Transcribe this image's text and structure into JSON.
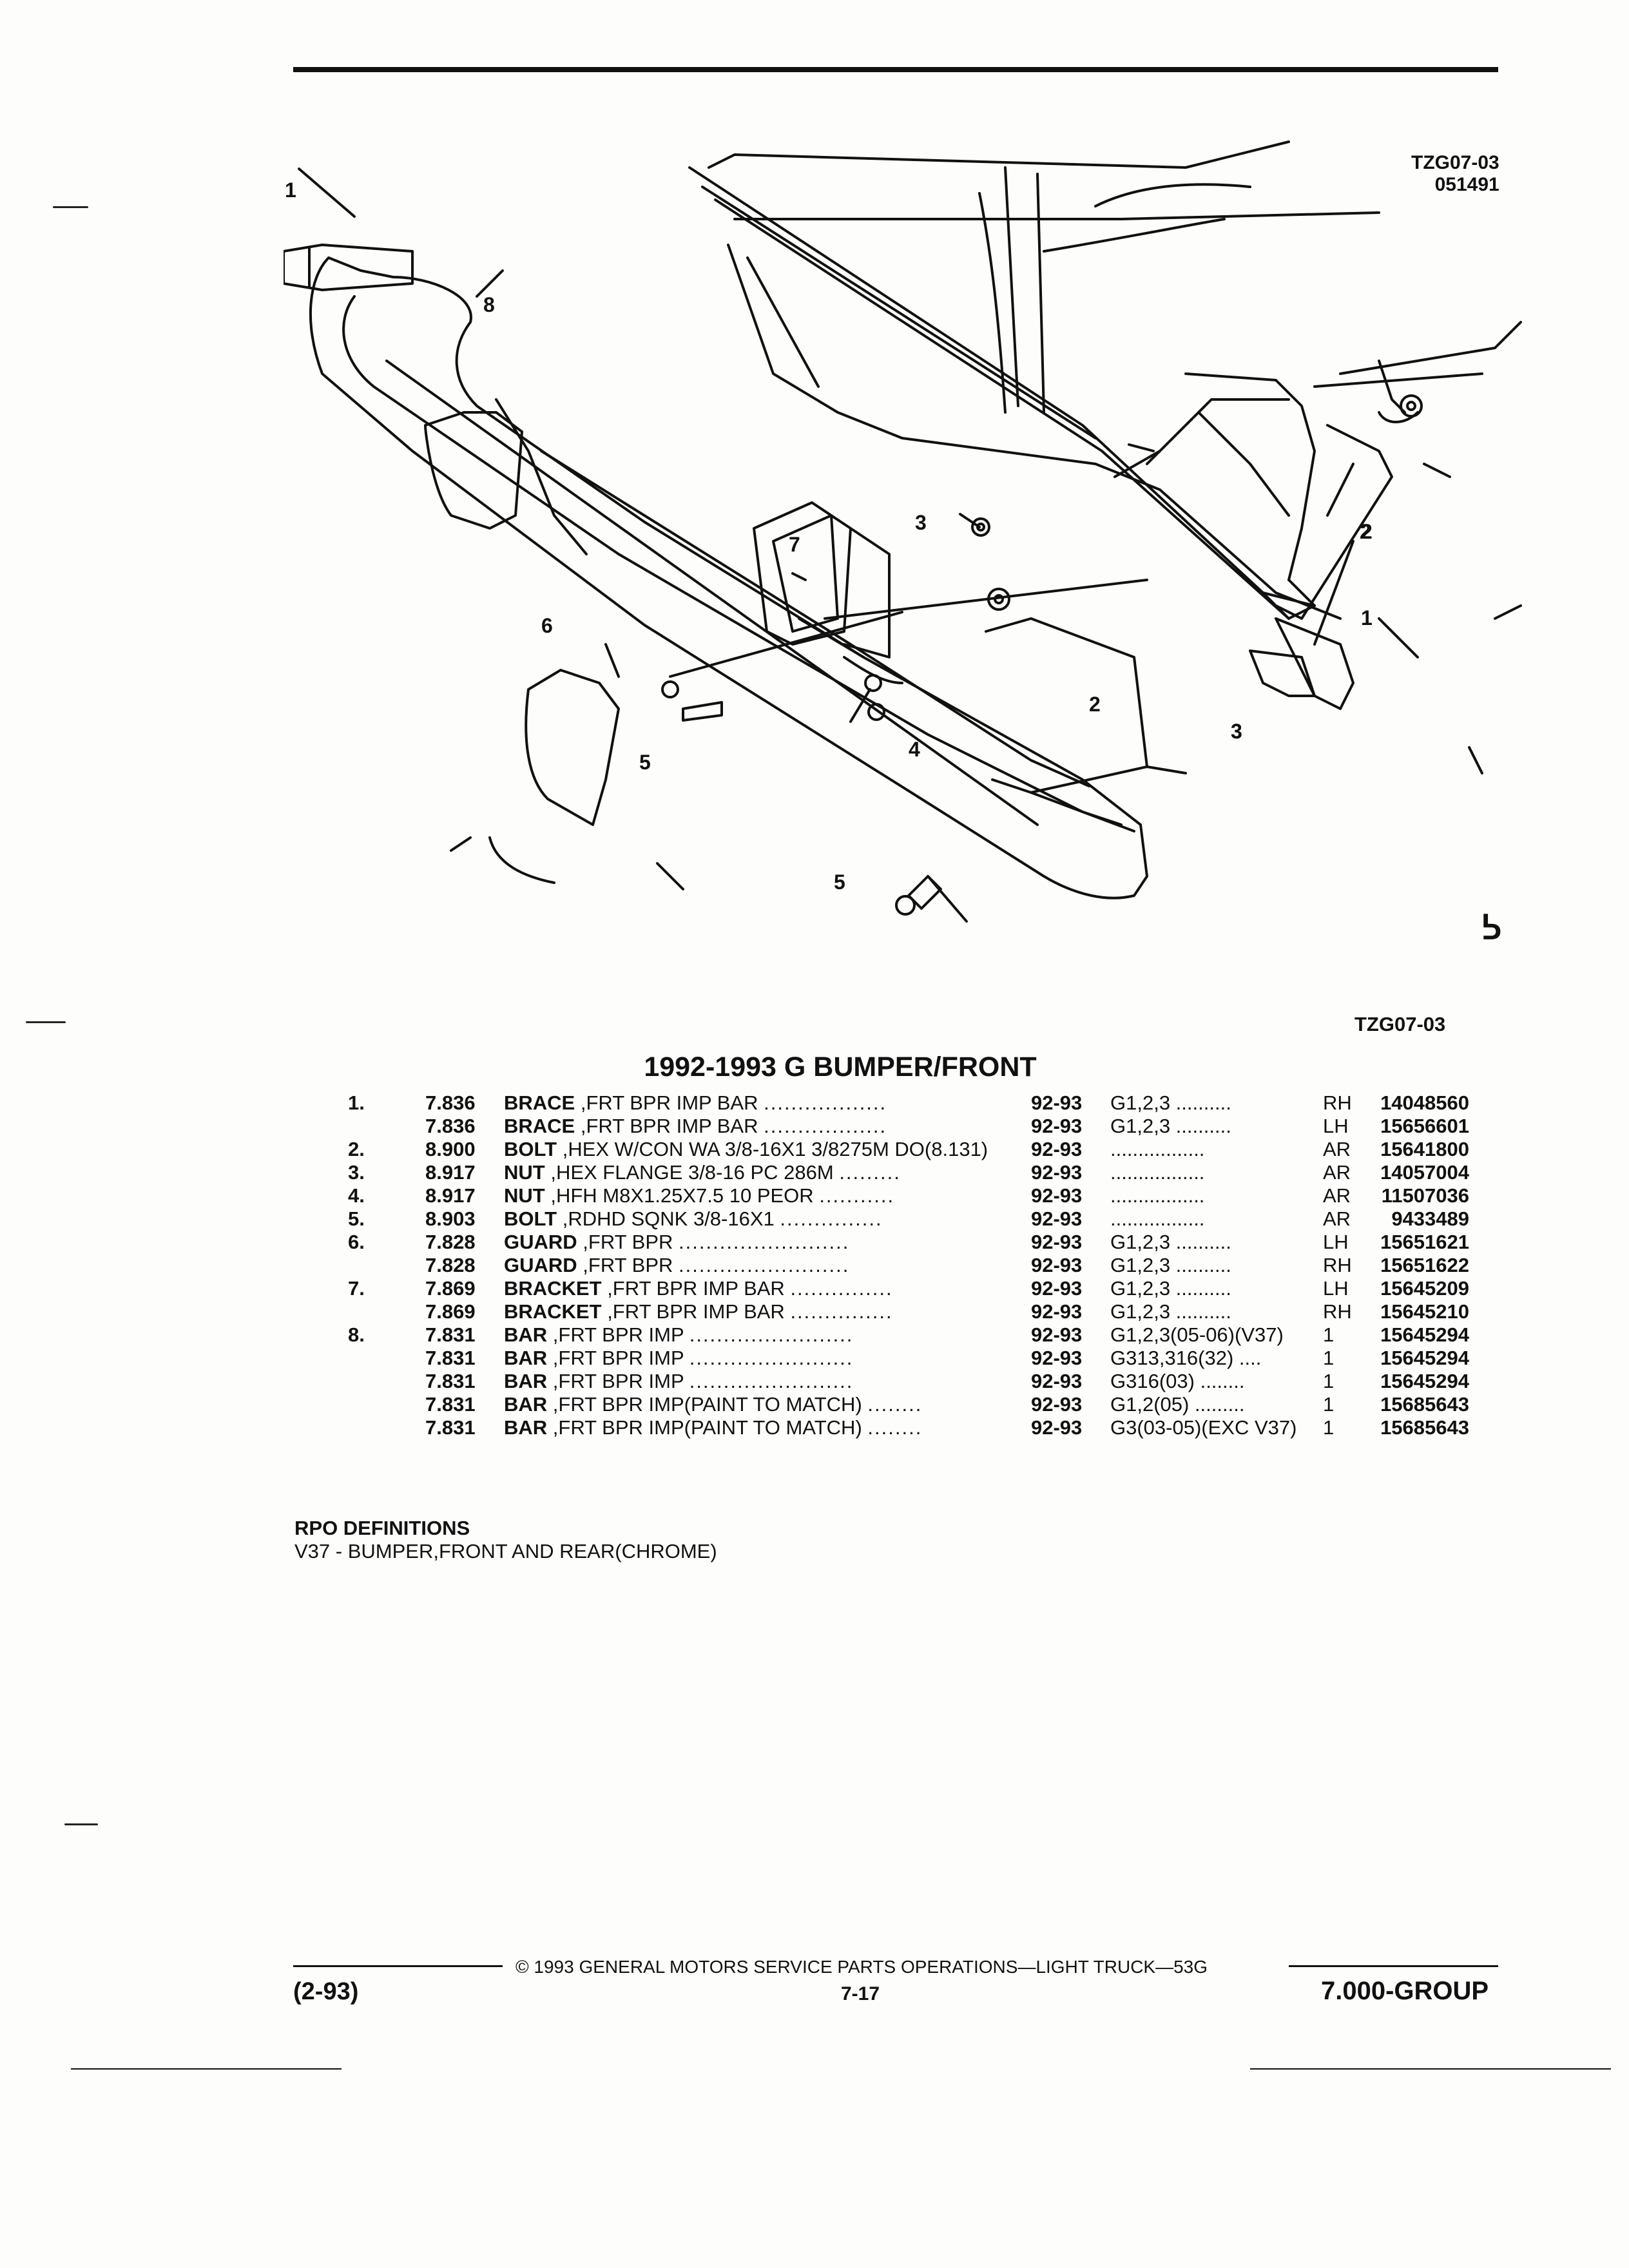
{
  "figure": {
    "id_line1": "TZG07-03",
    "id_line2": "051491",
    "tag": "TZG07-03",
    "logo_glyph": "ᕊ",
    "callouts": [
      "1",
      "8",
      "7",
      "3",
      "6",
      "5",
      "4",
      "2",
      "3",
      "2",
      "1",
      "2",
      "5",
      "3"
    ]
  },
  "section": {
    "title": "1992-1993 G BUMPER/FRONT"
  },
  "parts": [
    {
      "idx": "1.",
      "grp": "7.836",
      "name": "BRACE",
      "desc": ",FRT BPR IMP BAR",
      "dots": "..................",
      "years": "92-93",
      "app": "G1,2,3 ..........",
      "side": "RH",
      "pn": "14048560"
    },
    {
      "idx": "",
      "grp": "7.836",
      "name": "BRACE",
      "desc": ",FRT BPR IMP BAR",
      "dots": "..................",
      "years": "92-93",
      "app": "G1,2,3 ..........",
      "side": "LH",
      "pn": "15656601"
    },
    {
      "idx": "2.",
      "grp": "8.900",
      "name": "BOLT",
      "desc": ",HEX W/CON WA 3/8-16X1 3/8275M DO(8.131)",
      "dots": "",
      "years": "92-93",
      "app": ".................",
      "side": "AR",
      "pn": "15641800"
    },
    {
      "idx": "3.",
      "grp": "8.917",
      "name": "NUT",
      "desc": ",HEX FLANGE 3/8-16 PC 286M",
      "dots": ".........",
      "years": "92-93",
      "app": ".................",
      "side": "AR",
      "pn": "14057004"
    },
    {
      "idx": "4.",
      "grp": "8.917",
      "name": "NUT",
      "desc": ",HFH M8X1.25X7.5 10 PEOR",
      "dots": "...........",
      "years": "92-93",
      "app": ".................",
      "side": "AR",
      "pn": "11507036"
    },
    {
      "idx": "5.",
      "grp": "8.903",
      "name": "BOLT",
      "desc": ",RDHD SQNK 3/8-16X1",
      "dots": "...............",
      "years": "92-93",
      "app": ".................",
      "side": "AR",
      "pn": "9433489"
    },
    {
      "idx": "6.",
      "grp": "7.828",
      "name": "GUARD",
      "desc": ",FRT BPR",
      "dots": ".........................",
      "years": "92-93",
      "app": "G1,2,3 ..........",
      "side": "LH",
      "pn": "15651621"
    },
    {
      "idx": "",
      "grp": "7.828",
      "name": "GUARD",
      "desc": ",FRT BPR",
      "dots": ".........................",
      "years": "92-93",
      "app": "G1,2,3 ..........",
      "side": "RH",
      "pn": "15651622"
    },
    {
      "idx": "7.",
      "grp": "7.869",
      "name": "BRACKET",
      "desc": ",FRT BPR IMP BAR",
      "dots": "...............",
      "years": "92-93",
      "app": "G1,2,3 ..........",
      "side": "LH",
      "pn": "15645209"
    },
    {
      "idx": "",
      "grp": "7.869",
      "name": "BRACKET",
      "desc": ",FRT BPR IMP BAR",
      "dots": "...............",
      "years": "92-93",
      "app": "G1,2,3 ..........",
      "side": "RH",
      "pn": "15645210"
    },
    {
      "idx": "8.",
      "grp": "7.831",
      "name": "BAR",
      "desc": ",FRT BPR IMP",
      "dots": "........................",
      "years": "92-93",
      "app": "G1,2,3(05-06)(V37)",
      "side": "1",
      "pn": "15645294"
    },
    {
      "idx": "",
      "grp": "7.831",
      "name": "BAR",
      "desc": ",FRT BPR IMP",
      "dots": "........................",
      "years": "92-93",
      "app": "G313,316(32) ....",
      "side": "1",
      "pn": "15645294"
    },
    {
      "idx": "",
      "grp": "7.831",
      "name": "BAR",
      "desc": ",FRT BPR IMP",
      "dots": "........................",
      "years": "92-93",
      "app": "G316(03) ........",
      "side": "1",
      "pn": "15645294"
    },
    {
      "idx": "",
      "grp": "7.831",
      "name": "BAR",
      "desc": ",FRT BPR IMP(PAINT TO MATCH)",
      "dots": "........",
      "years": "92-93",
      "app": "G1,2(05) .........",
      "side": "1",
      "pn": "15685643"
    },
    {
      "idx": "",
      "grp": "7.831",
      "name": "BAR",
      "desc": ",FRT BPR IMP(PAINT TO MATCH)",
      "dots": "........",
      "years": "92-93",
      "app": "G3(03-05)(EXC V37)",
      "side": "1",
      "pn": "15685643"
    }
  ],
  "rpo": {
    "title": "RPO DEFINITIONS",
    "definition": "V37 - BUMPER,FRONT AND REAR(CHROME)"
  },
  "footer": {
    "copyright": "©  1993  GENERAL MOTORS SERVICE PARTS OPERATIONS—LIGHT TRUCK—53G",
    "date_code": "(2-93)",
    "page": "7-17",
    "group": "7.000-GROUP"
  }
}
